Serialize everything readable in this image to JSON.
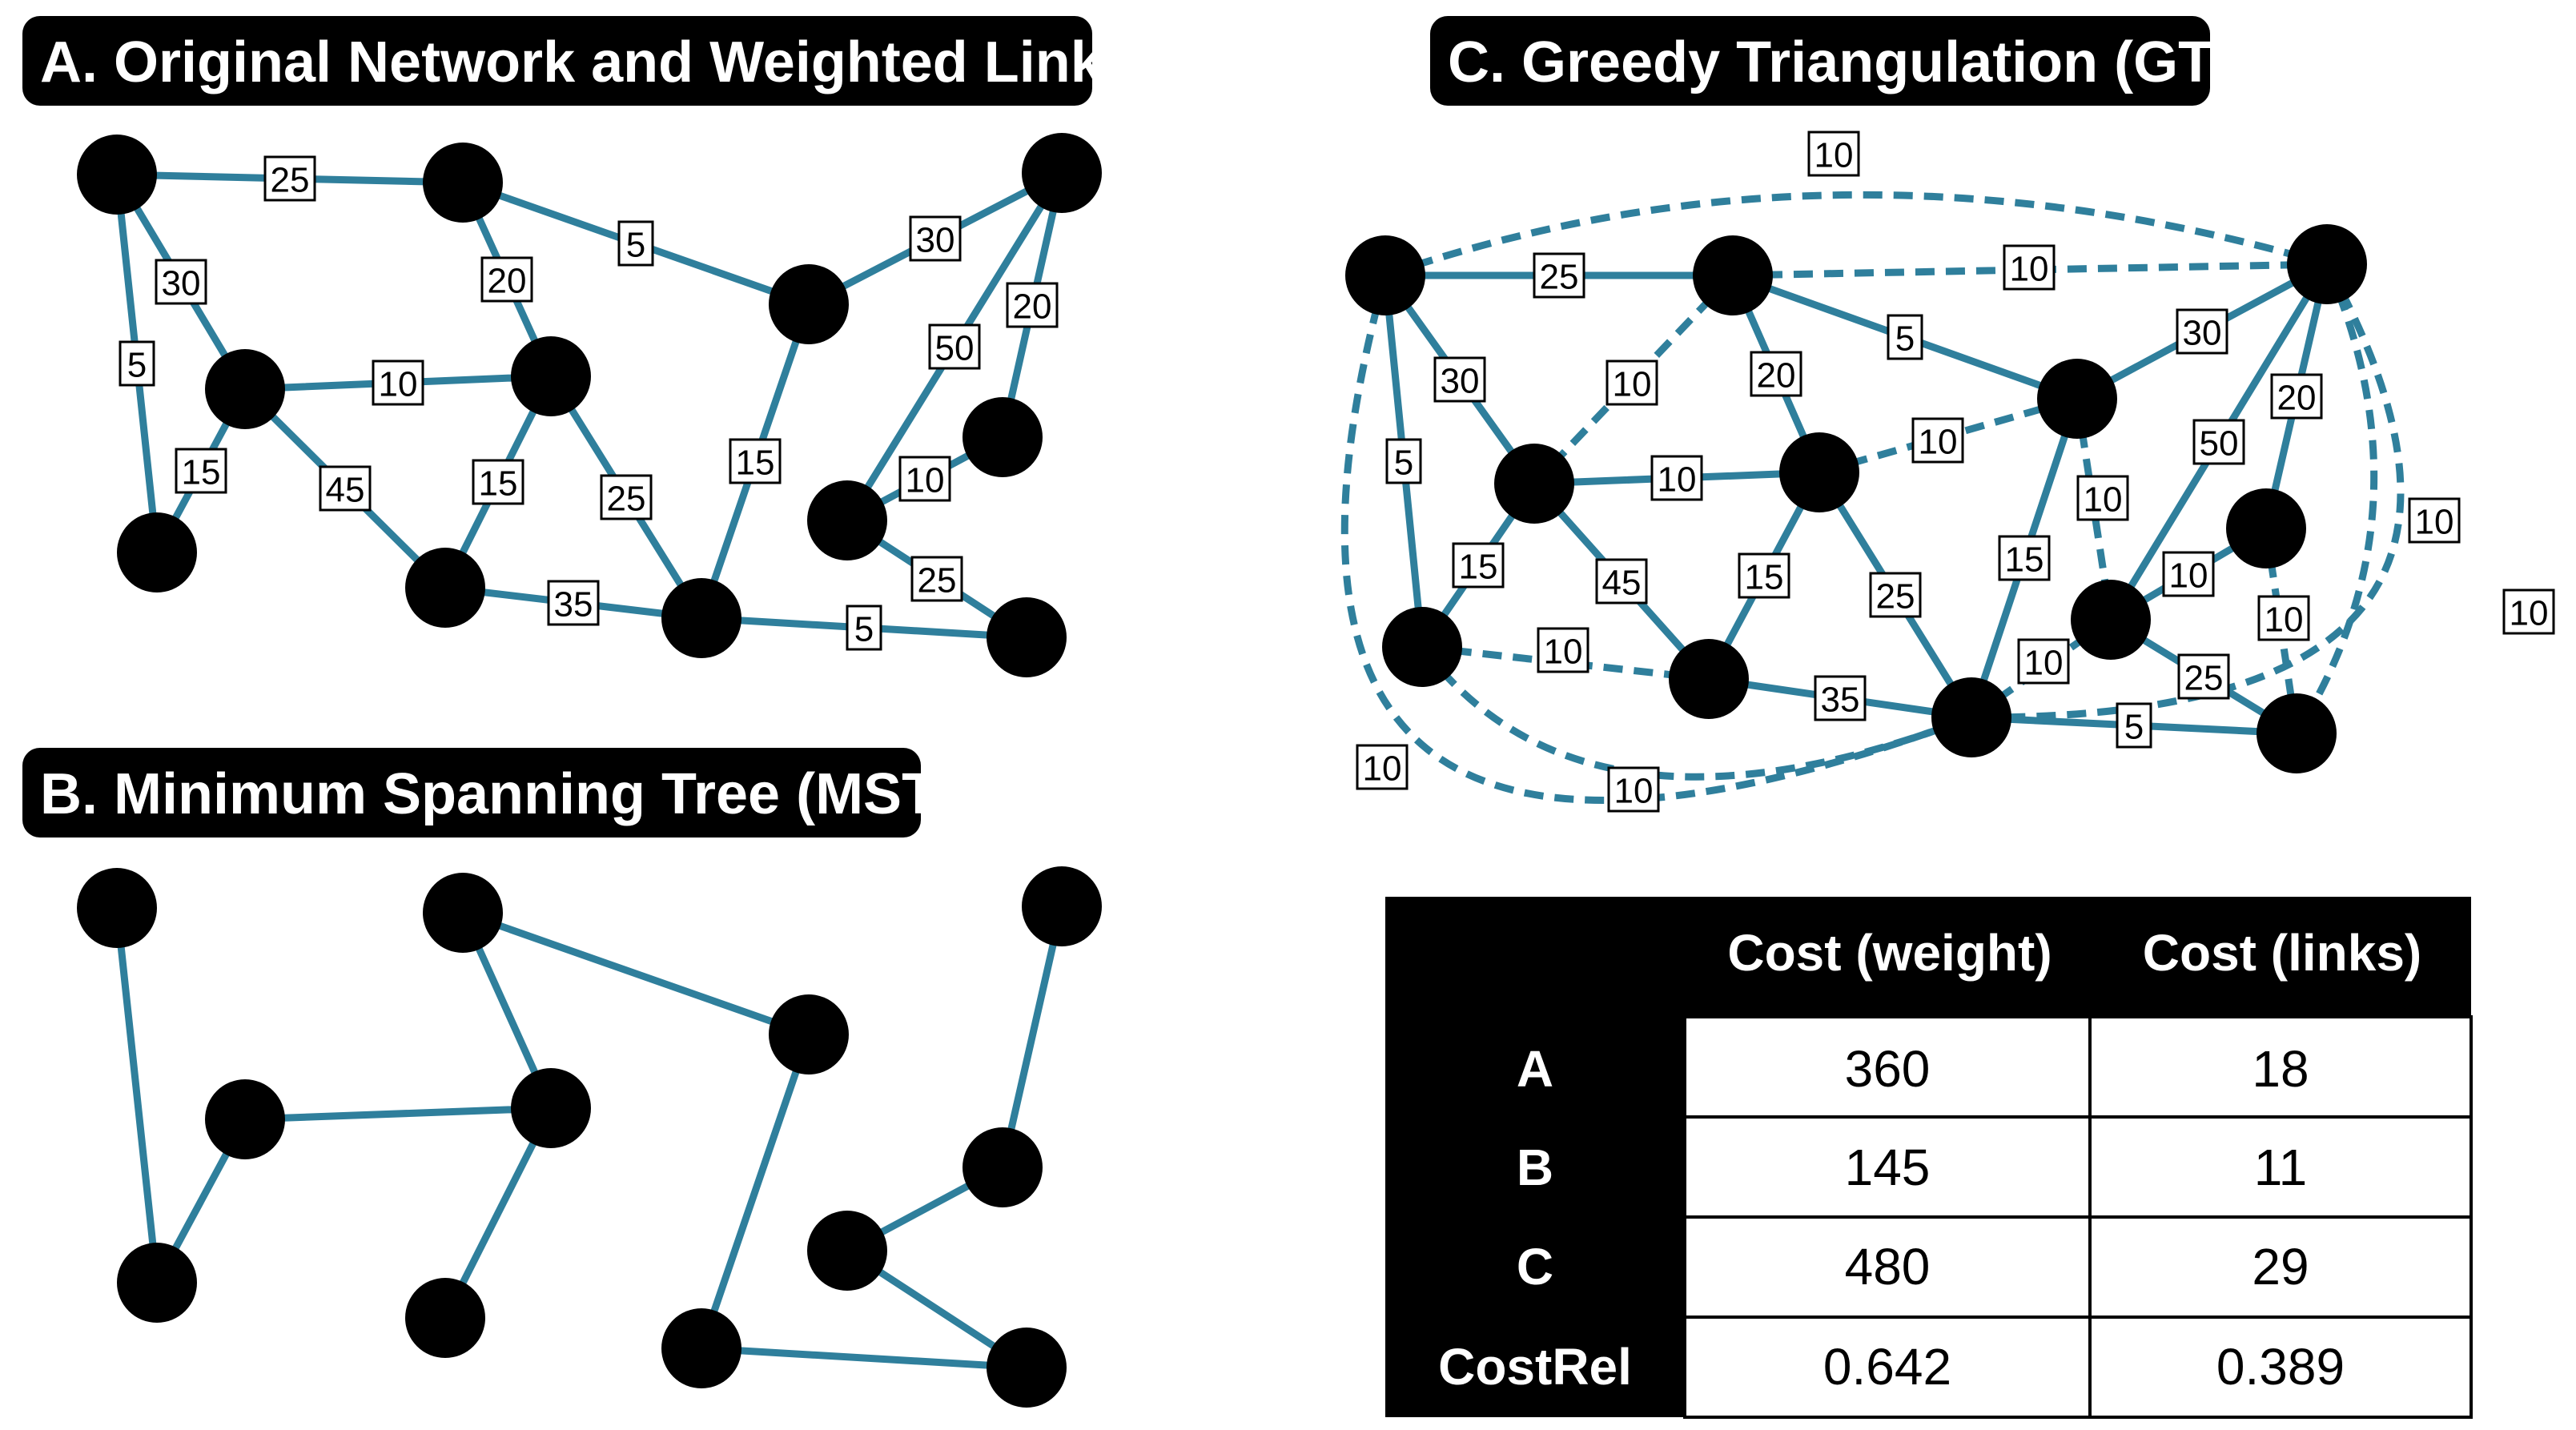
{
  "panels": {
    "a": {
      "title": "A. Original Network and Weighted Links"
    },
    "b": {
      "title": "B. Minimum Spanning Tree (MST)"
    },
    "c": {
      "title": "C. Greedy Triangulation (GT)"
    }
  },
  "colors": {
    "edge": "#2f7f9c",
    "node": "#000000",
    "banner": "#000000"
  },
  "network_a": {
    "nodes": [
      "n1",
      "n2",
      "n3",
      "n4",
      "n5",
      "n6",
      "n7",
      "n8",
      "n9",
      "n10",
      "n11",
      "n12",
      "n13",
      "n14"
    ],
    "edges": [
      {
        "from": "n1",
        "to": "n2",
        "weight": "25"
      },
      {
        "from": "n1",
        "to": "n3",
        "weight": "30"
      },
      {
        "from": "n1",
        "to": "n4",
        "weight": "5"
      },
      {
        "from": "n2",
        "to": "n5",
        "weight": "20"
      },
      {
        "from": "n2",
        "to": "n7",
        "weight": "5"
      },
      {
        "from": "n3",
        "to": "n5",
        "weight": "10"
      },
      {
        "from": "n3",
        "to": "n4",
        "weight": "15"
      },
      {
        "from": "n3",
        "to": "n6",
        "weight": "45"
      },
      {
        "from": "n5",
        "to": "n6",
        "weight": "15"
      },
      {
        "from": "n5",
        "to": "n8",
        "weight": "25"
      },
      {
        "from": "n6",
        "to": "n8",
        "weight": "35"
      },
      {
        "from": "n7",
        "to": "n8",
        "weight": "15"
      },
      {
        "from": "n7",
        "to": "n9",
        "weight": "30"
      },
      {
        "from": "n9",
        "to": "n11",
        "weight": "50"
      },
      {
        "from": "n9",
        "to": "n10",
        "weight": "20"
      },
      {
        "from": "n10",
        "to": "n11",
        "weight": "10"
      },
      {
        "from": "n11",
        "to": "n12",
        "weight": "25"
      },
      {
        "from": "n8",
        "to": "n12",
        "weight": "5"
      }
    ]
  },
  "network_b": {
    "edges": [
      {
        "from": "n1",
        "to": "n4"
      },
      {
        "from": "n4",
        "to": "n3"
      },
      {
        "from": "n3",
        "to": "n5"
      },
      {
        "from": "n2",
        "to": "n5"
      },
      {
        "from": "n5",
        "to": "n6"
      },
      {
        "from": "n2",
        "to": "n7"
      },
      {
        "from": "n7",
        "to": "n8"
      },
      {
        "from": "n8",
        "to": "n12"
      },
      {
        "from": "n11",
        "to": "n12"
      },
      {
        "from": "n11",
        "to": "n10"
      },
      {
        "from": "n10",
        "to": "n9"
      }
    ]
  },
  "network_c": {
    "edges": [
      {
        "from": "n1",
        "to": "n2",
        "weight": "25",
        "dashed": false
      },
      {
        "from": "n1",
        "to": "n3",
        "weight": "30",
        "dashed": false
      },
      {
        "from": "n1",
        "to": "n4",
        "weight": "5",
        "dashed": false
      },
      {
        "from": "n2",
        "to": "n5",
        "weight": "20",
        "dashed": false
      },
      {
        "from": "n2",
        "to": "n7",
        "weight": "5",
        "dashed": false
      },
      {
        "from": "n3",
        "to": "n5",
        "weight": "10",
        "dashed": false
      },
      {
        "from": "n3",
        "to": "n4",
        "weight": "15",
        "dashed": false
      },
      {
        "from": "n3",
        "to": "n6",
        "weight": "45",
        "dashed": false
      },
      {
        "from": "n5",
        "to": "n6",
        "weight": "15",
        "dashed": false
      },
      {
        "from": "n5",
        "to": "n8",
        "weight": "25",
        "dashed": false
      },
      {
        "from": "n6",
        "to": "n8",
        "weight": "35",
        "dashed": false
      },
      {
        "from": "n7",
        "to": "n8",
        "weight": "15",
        "dashed": false
      },
      {
        "from": "n7",
        "to": "n9",
        "weight": "30",
        "dashed": false
      },
      {
        "from": "n9",
        "to": "n11",
        "weight": "50",
        "dashed": false
      },
      {
        "from": "n9",
        "to": "n10",
        "weight": "20",
        "dashed": false
      },
      {
        "from": "n10",
        "to": "n11",
        "weight": "10",
        "dashed": false
      },
      {
        "from": "n11",
        "to": "n12",
        "weight": "25",
        "dashed": false
      },
      {
        "from": "n8",
        "to": "n12",
        "weight": "5",
        "dashed": false
      },
      {
        "from": "n1",
        "to": "n9",
        "weight": "10",
        "dashed": true
      },
      {
        "from": "n2",
        "to": "n9",
        "weight": "10",
        "dashed": true
      },
      {
        "from": "n2",
        "to": "n3",
        "weight": "10",
        "dashed": true
      },
      {
        "from": "n5",
        "to": "n7",
        "weight": "10",
        "dashed": true
      },
      {
        "from": "n4",
        "to": "n6",
        "weight": "10",
        "dashed": true
      },
      {
        "from": "n7",
        "to": "n11",
        "weight": "10",
        "dashed": true
      },
      {
        "from": "n8",
        "to": "n11",
        "weight": "10",
        "dashed": true
      },
      {
        "from": "n10",
        "to": "n12",
        "weight": "10",
        "dashed": true
      },
      {
        "from": "n9",
        "to": "n12",
        "weight": "10",
        "dashed": true
      },
      {
        "from": "n4",
        "to": "n8",
        "weight": "10",
        "dashed": true
      },
      {
        "from": "n1",
        "to": "n8",
        "weight": "10",
        "dashed": true
      },
      {
        "from": "n9",
        "to": "n8",
        "weight": "10",
        "dashed": true
      }
    ]
  },
  "table": {
    "headers": [
      "",
      "Cost (weight)",
      "Cost (links)"
    ],
    "rows": [
      {
        "label": "A",
        "weight": "360",
        "links": "18"
      },
      {
        "label": "B",
        "weight": "145",
        "links": "11"
      },
      {
        "label": "C",
        "weight": "480",
        "links": "29"
      },
      {
        "label": "CostRel",
        "weight": "0.642",
        "links": "0.389"
      }
    ]
  }
}
